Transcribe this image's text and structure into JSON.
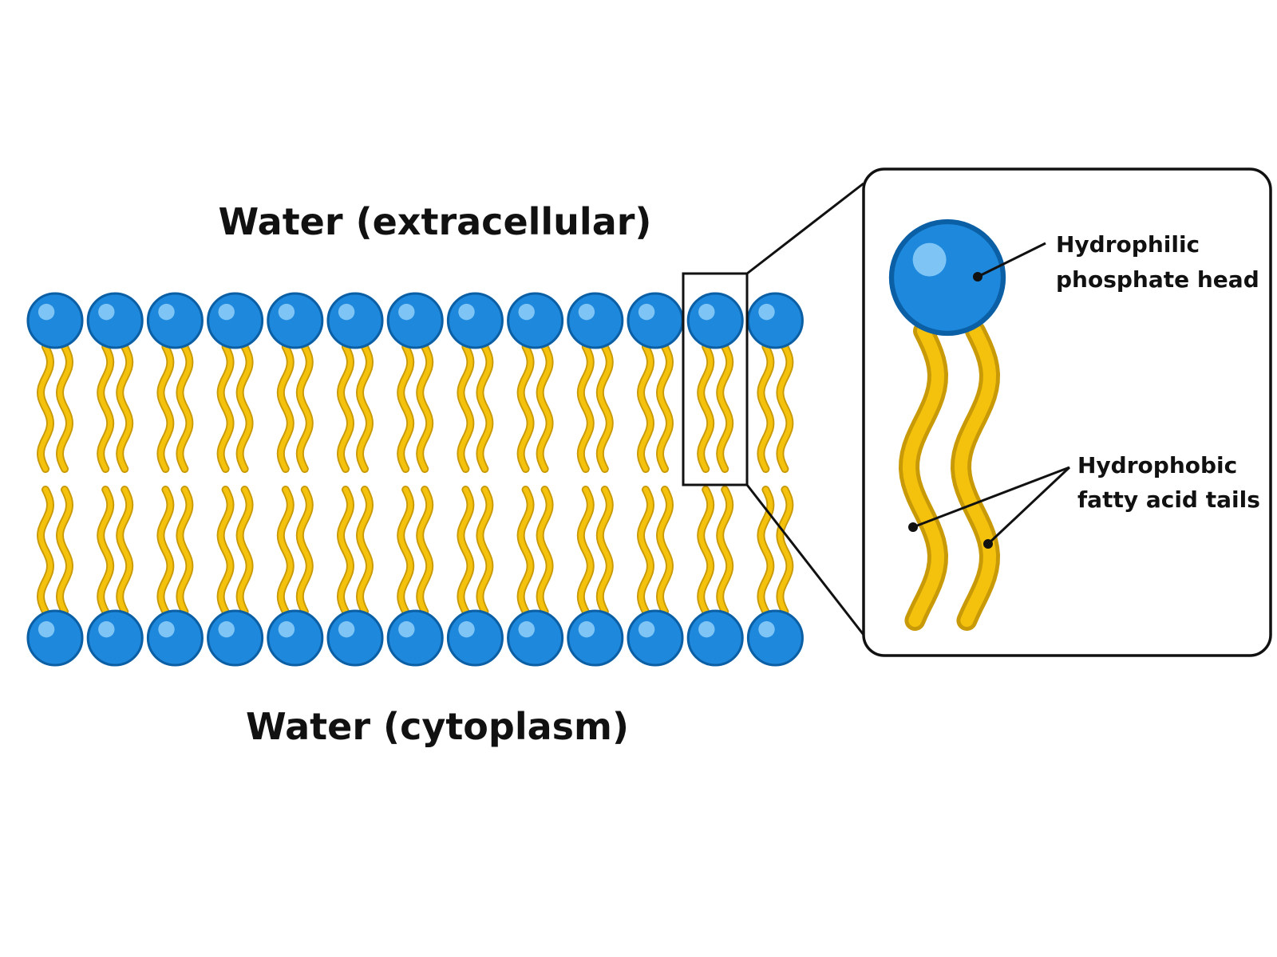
{
  "labels": {
    "top_region": "Water (extracellular)",
    "bottom_region": "Water (cytoplasm)",
    "head_callout": [
      "Hydrophilic",
      "phosphate head"
    ],
    "tail_callout": [
      "Hydrophobic",
      "fatty acid tails"
    ]
  },
  "bilayer": {
    "phospholipids_per_leaflet": 13,
    "highlighted_phospholipid": 12
  },
  "colors": {
    "head_fill": "#1E88DC",
    "head_stroke": "#0B5FA5",
    "head_highlight": "#8FD0FA",
    "tail_fill": "#F4C20D",
    "tail_stroke": "#C99A08",
    "outline": "#111111"
  }
}
